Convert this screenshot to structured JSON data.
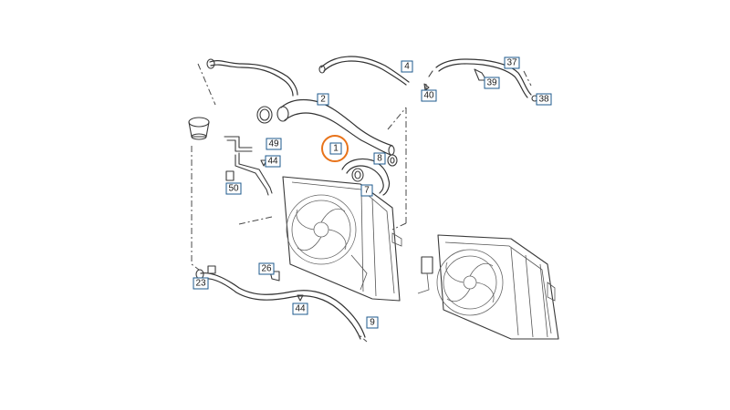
{
  "diagram": {
    "callouts": [
      {
        "id": "c1",
        "label": "1",
        "highlighted": true
      },
      {
        "id": "c2",
        "label": "2"
      },
      {
        "id": "c4",
        "label": "4"
      },
      {
        "id": "c7",
        "label": "7"
      },
      {
        "id": "c8",
        "label": "8"
      },
      {
        "id": "c9",
        "label": "9"
      },
      {
        "id": "c23",
        "label": "23"
      },
      {
        "id": "c26",
        "label": "26"
      },
      {
        "id": "c37",
        "label": "37"
      },
      {
        "id": "c38",
        "label": "38"
      },
      {
        "id": "c39",
        "label": "39"
      },
      {
        "id": "c40",
        "label": "40"
      },
      {
        "id": "c44a",
        "label": "44"
      },
      {
        "id": "c44b",
        "label": "44"
      },
      {
        "id": "c49",
        "label": "49"
      },
      {
        "id": "c50",
        "label": "50"
      }
    ],
    "colors": {
      "callout_border": "#1e5a8c",
      "highlight": "#e8731a",
      "line": "#333333"
    },
    "icons": [
      "radiator-fan-assembly",
      "coolant-reservoir-cap",
      "hose-clamp",
      "bracket"
    ]
  }
}
